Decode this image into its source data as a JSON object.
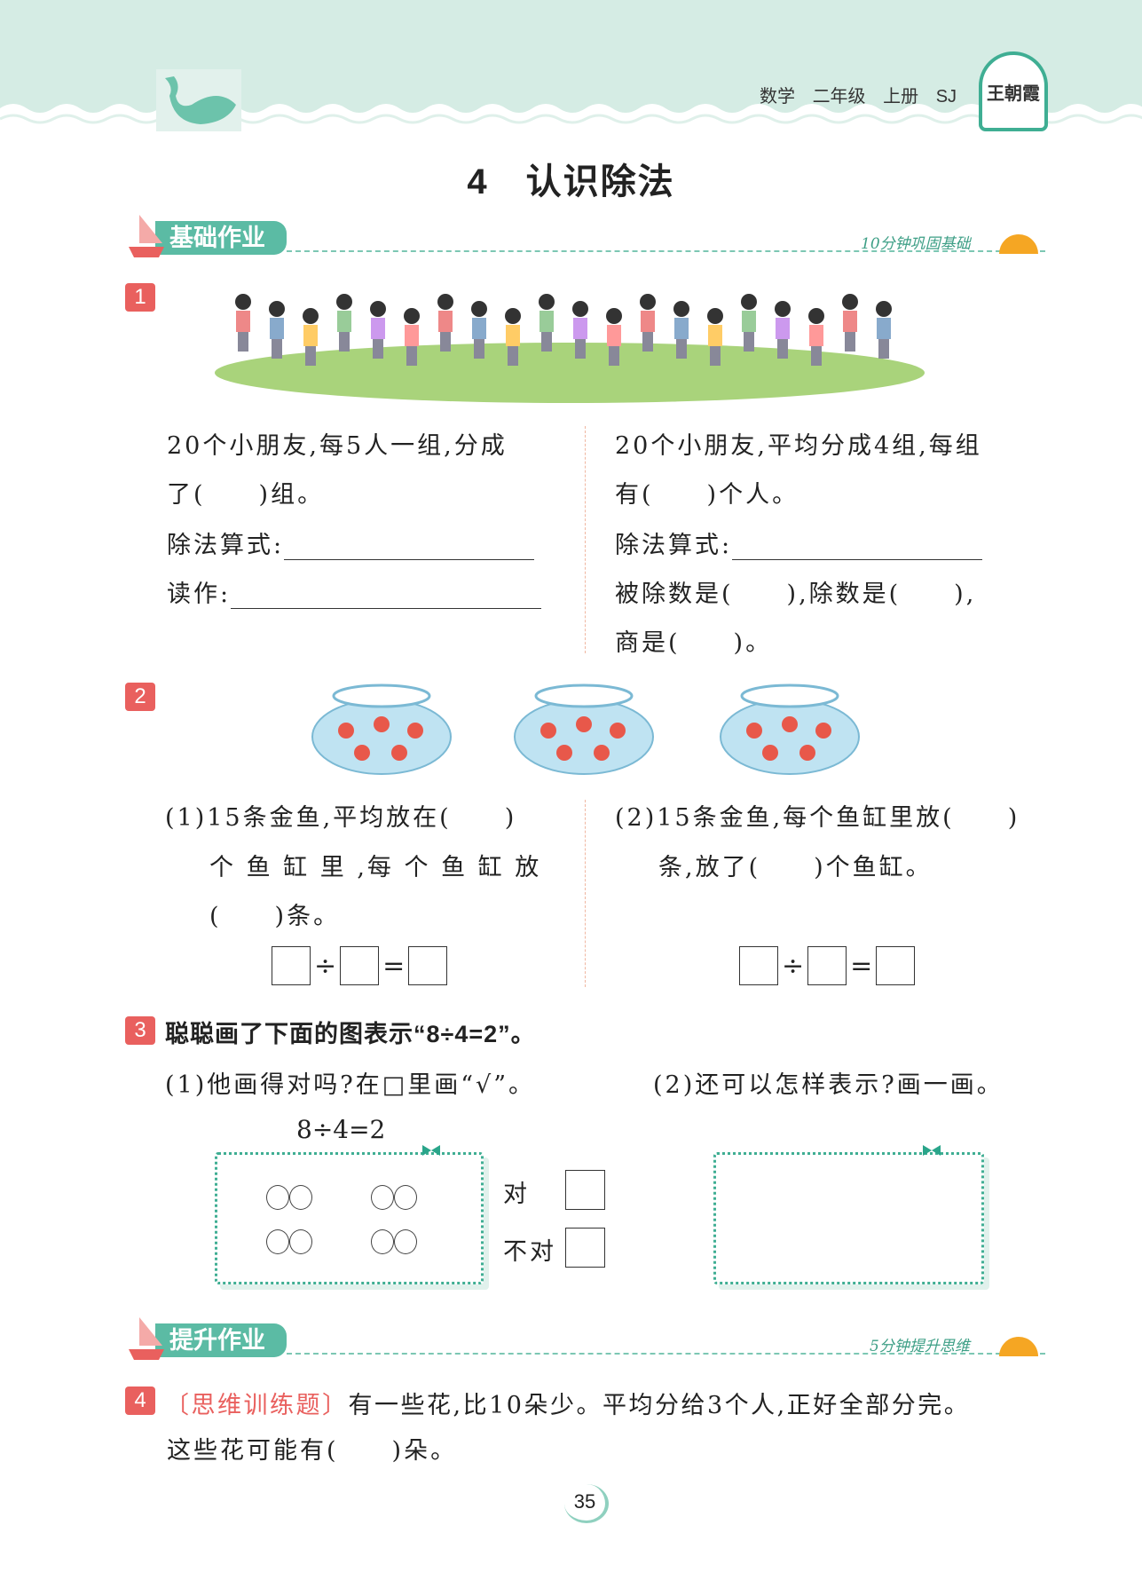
{
  "header": {
    "subject": "数学",
    "grade": "二年级",
    "volume": "上册",
    "edition": "SJ",
    "logo_text": "王朝霞"
  },
  "title": "4　认识除法",
  "section1": {
    "label": "基础作业",
    "note": "10分钟巩固基础"
  },
  "section2": {
    "label": "提升作业",
    "note": "5分钟提升思维"
  },
  "q1": {
    "num": "1",
    "left": [
      "20个小朋友,每5人一组,分成",
      "了(　　)组。",
      "除法算式:",
      "读作:"
    ],
    "right": [
      "20个小朋友,平均分成4组,每组",
      "有(　　)个人。",
      "除法算式:",
      "被除数是(　　),除数是(　　),",
      "商是(　　)。"
    ]
  },
  "q2": {
    "num": "2",
    "left": [
      "(1)15条金鱼,平均放在(　　)",
      "个 鱼 缸 里 ,每 个 鱼 缸 放",
      "(　　)条。"
    ],
    "right": [
      "(2)15条金鱼,每个鱼缸里放(　　)",
      "条,放了(　　)个鱼缸。"
    ],
    "div": "÷",
    "eq": "="
  },
  "q3": {
    "num": "3",
    "text": "聪聪画了下面的图表示“8÷4=2”。",
    "sub1": "(1)他画得对吗?在□里画“√”。",
    "sub2": "(2)还可以怎样表示?画一画。",
    "expr": "8÷4=2",
    "opt_right": "对",
    "opt_wrong": "不对"
  },
  "q4": {
    "num": "4",
    "tag": "〔思维训练题〕",
    "line1": "有一些花,比10朵少。平均分给3个人,正好全部分完。",
    "line2": "这些花可能有(　　)朵。"
  },
  "page_number": "35"
}
